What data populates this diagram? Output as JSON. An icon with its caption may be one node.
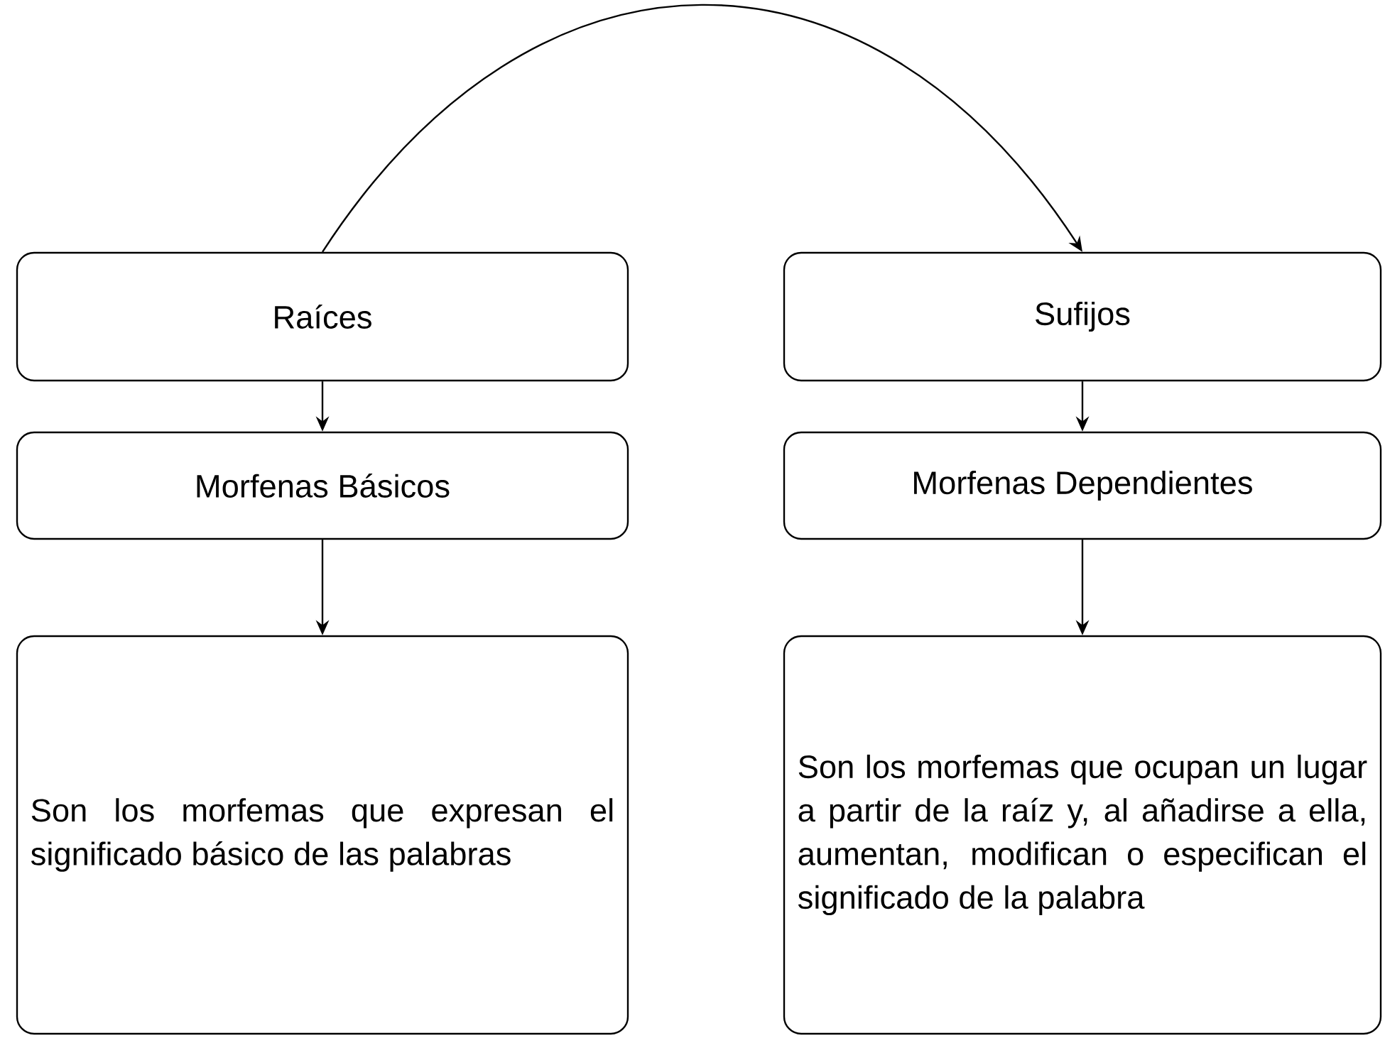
{
  "diagram": {
    "nodes": [
      {
        "text": [
          "Raíces"
        ]
      },
      {
        "text": [
          "Sufijos"
        ]
      },
      {
        "text": [
          "Morfenas Básicos"
        ]
      },
      {
        "text": [
          "Morfenas Dependientes"
        ]
      },
      {
        "text": [
          "Son los morfemas que expresan el significado básico de las palabras"
        ]
      },
      {
        "text": [
          "Son los morfemas que ocupan un lugar a partir de la raíz y, al añadirse a ella, aumentan, modifican o especifican el significado de la palabra"
        ]
      }
    ],
    "edges": [
      {
        "from": 0,
        "to": 1,
        "arrow": "to"
      },
      {
        "from": 0,
        "to": 2,
        "arrow": "to"
      },
      {
        "from": 1,
        "to": 3,
        "arrow": "to"
      },
      {
        "from": 2,
        "to": 4,
        "arrow": "to"
      },
      {
        "from": 3,
        "to": 5,
        "arrow": "to"
      }
    ]
  }
}
